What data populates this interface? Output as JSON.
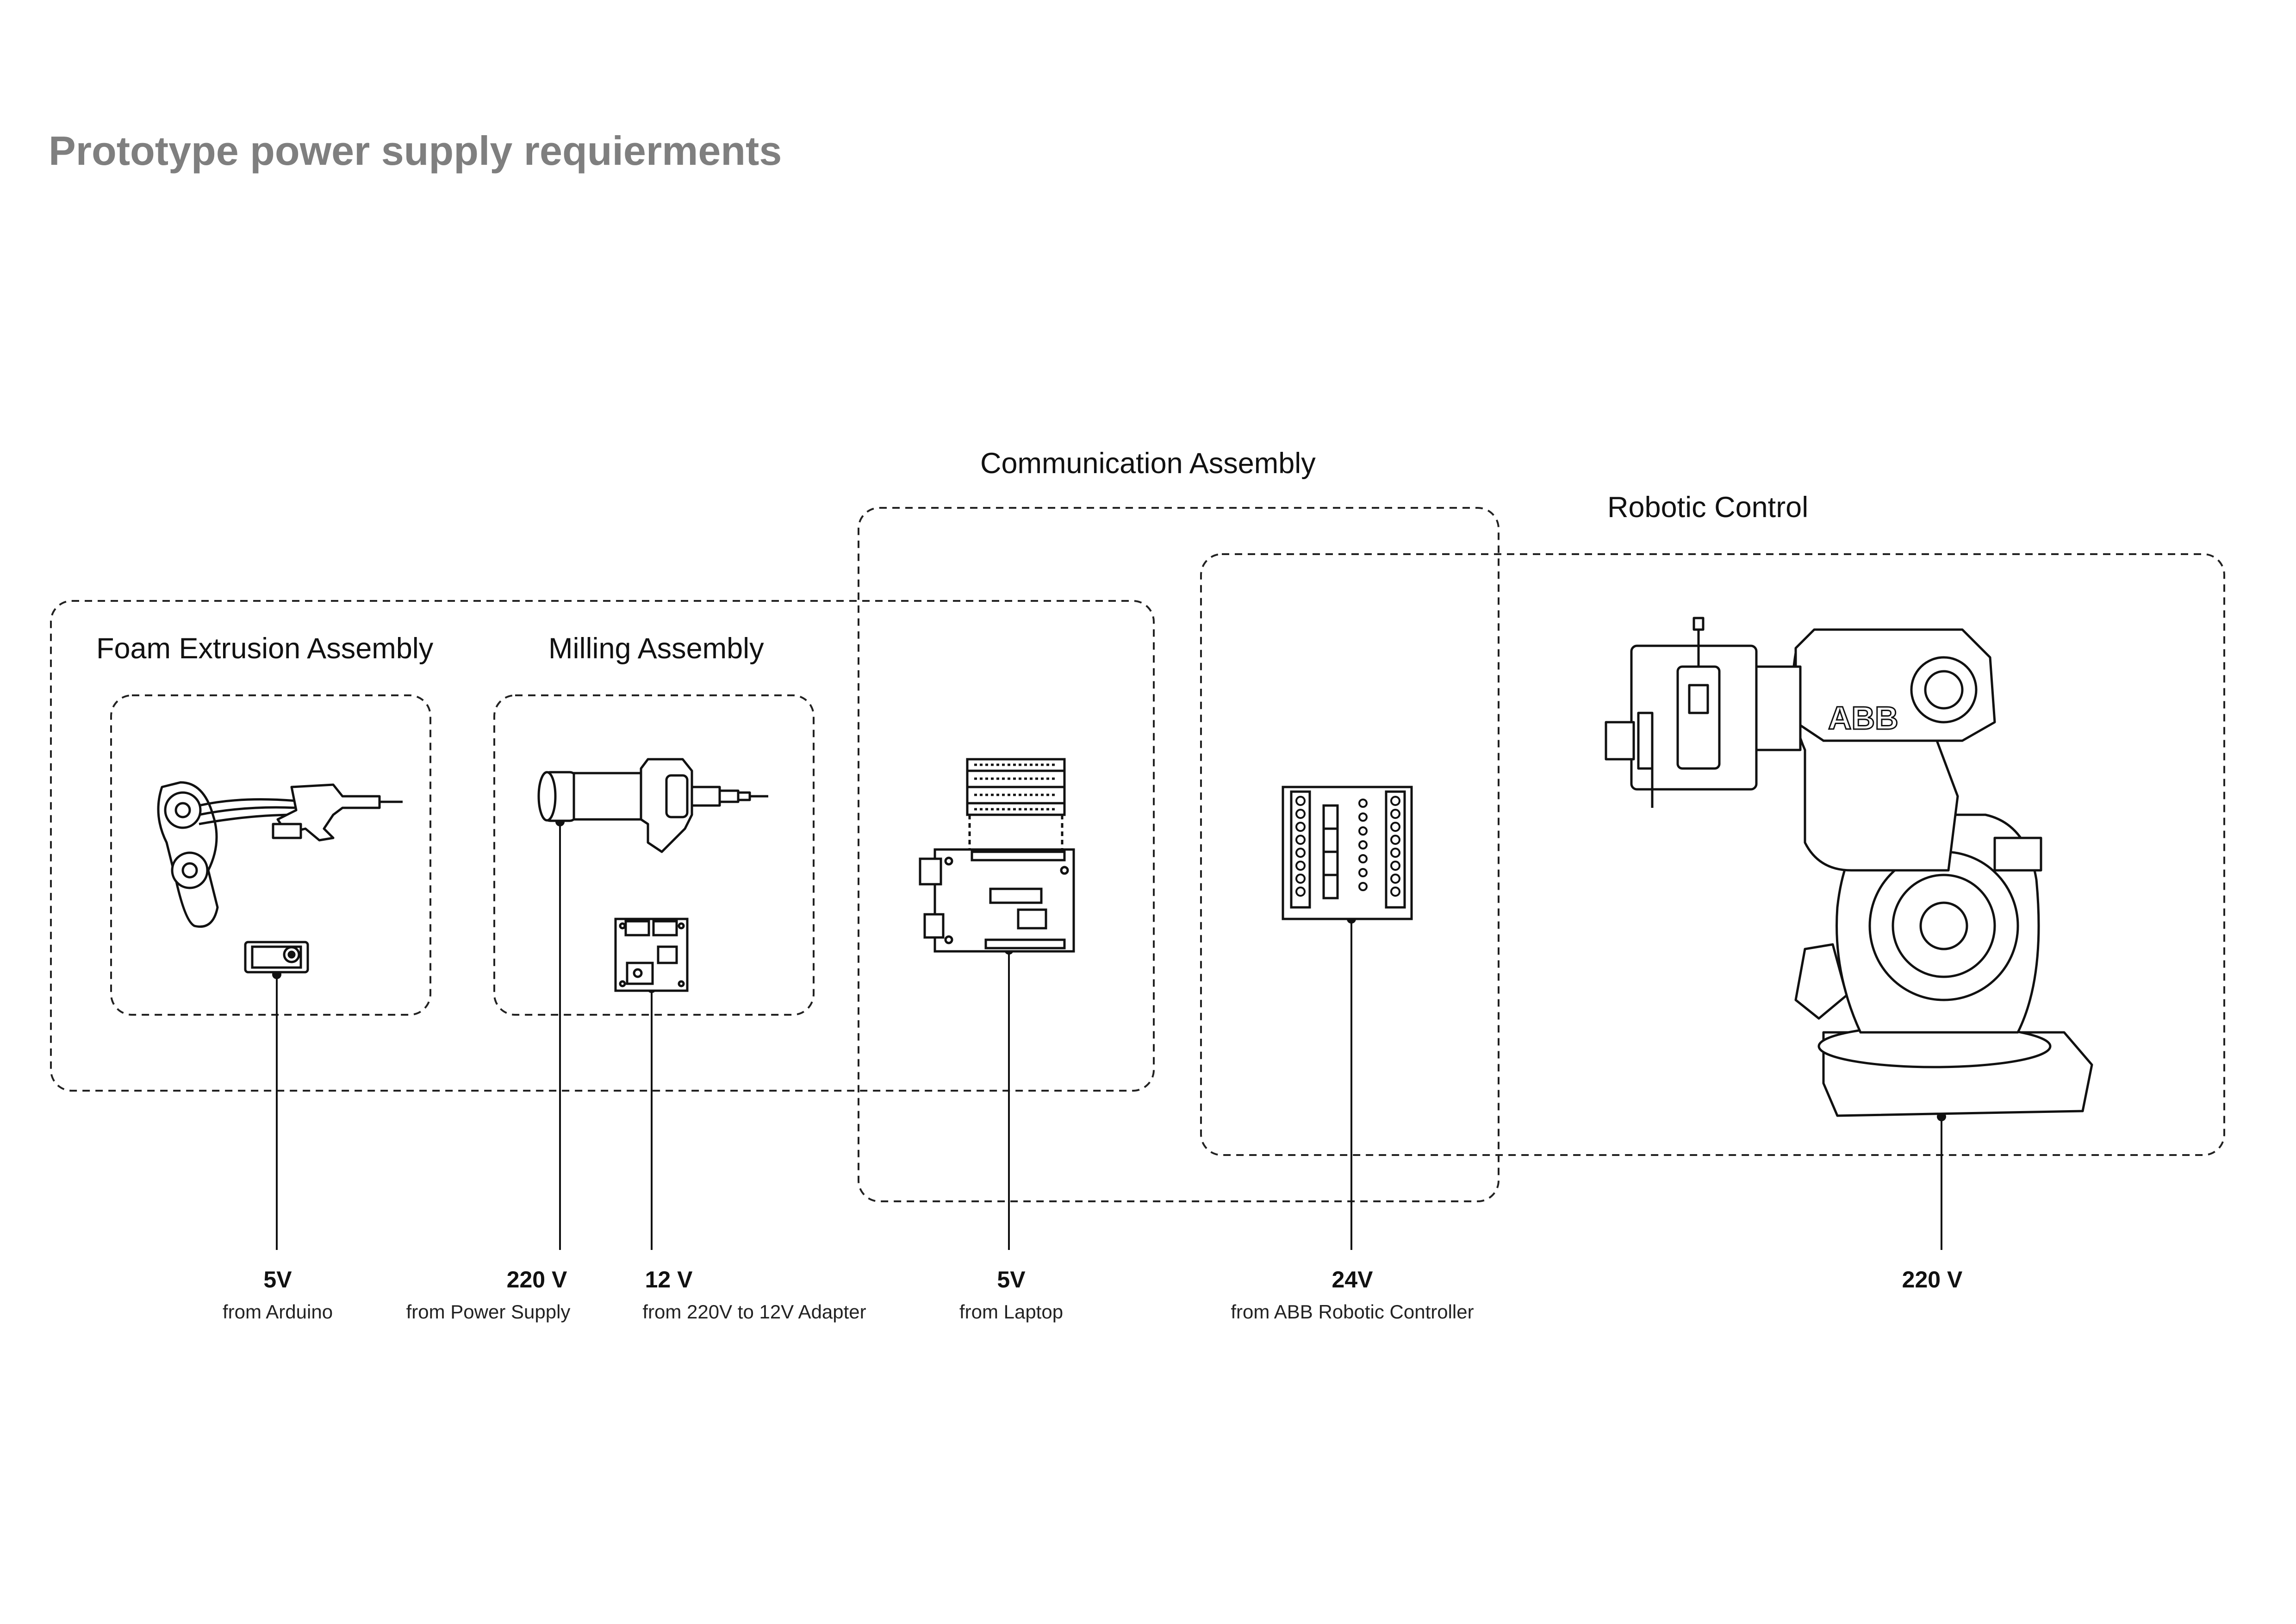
{
  "title": "Prototype power supply requierments",
  "groups": {
    "foam": "Foam Extrusion Assembly",
    "milling": "Milling Assembly",
    "communication": "Communication  Assembly",
    "robotic": "Robotic Control"
  },
  "logo_text": "ABB",
  "supplies": [
    {
      "voltage": "5V",
      "source": "from Arduino"
    },
    {
      "voltage": "220 V",
      "source": "from Power Supply"
    },
    {
      "voltage": "12 V",
      "source": "from 220V to 12V Adapter"
    },
    {
      "voltage": "5V",
      "source": "from Laptop"
    },
    {
      "voltage": "24V",
      "source": "from ABB Robotic Controller"
    },
    {
      "voltage": "220 V",
      "source": ""
    }
  ]
}
